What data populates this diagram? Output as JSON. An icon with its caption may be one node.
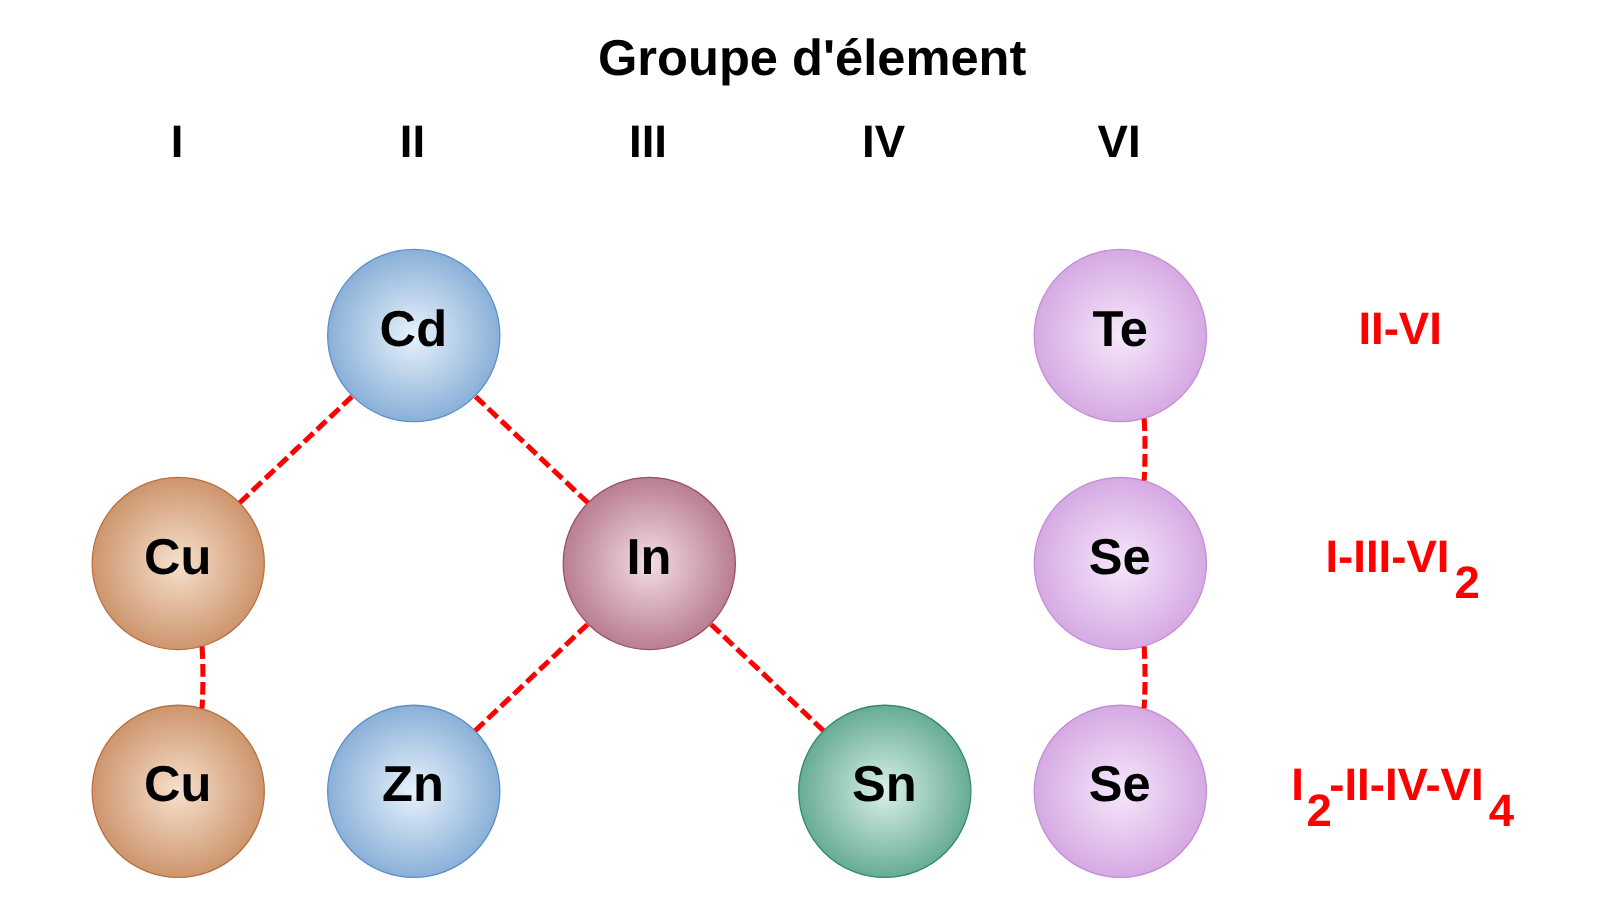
{
  "diagram": {
    "title": "Groupe d'élement",
    "nodes": [
      {
        "text": [
          "Cd"
        ]
      },
      {
        "text": [
          "Te"
        ]
      },
      {
        "text": [
          "Cu"
        ]
      },
      {
        "text": [
          "In"
        ]
      },
      {
        "text": [
          "Se"
        ]
      },
      {
        "text": [
          "Cu"
        ]
      },
      {
        "text": [
          "Zn"
        ]
      },
      {
        "text": [
          "Sn"
        ]
      },
      {
        "text": [
          "Se"
        ]
      }
    ],
    "edges": [
      {
        "from": 0,
        "to": 2,
        "arrow": "none",
        "style": "dashed"
      },
      {
        "from": 0,
        "to": 3,
        "arrow": "none",
        "style": "dashed"
      },
      {
        "from": 2,
        "to": 5,
        "arrow": "none",
        "style": "dashed"
      },
      {
        "from": 3,
        "to": 6,
        "arrow": "none",
        "style": "dashed"
      },
      {
        "from": 3,
        "to": 7,
        "arrow": "none",
        "style": "dashed"
      },
      {
        "from": 1,
        "to": 4,
        "arrow": "none",
        "style": "dashed"
      },
      {
        "from": 4,
        "to": 8,
        "arrow": "none",
        "style": "dashed"
      }
    ],
    "labels": [
      "I",
      "II",
      "III",
      "IV",
      "VI",
      "II-VI",
      "I-III-VI$_{2}$",
      "I$_{2}$-II-IV-VI$_{4}$"
    ]
  }
}
